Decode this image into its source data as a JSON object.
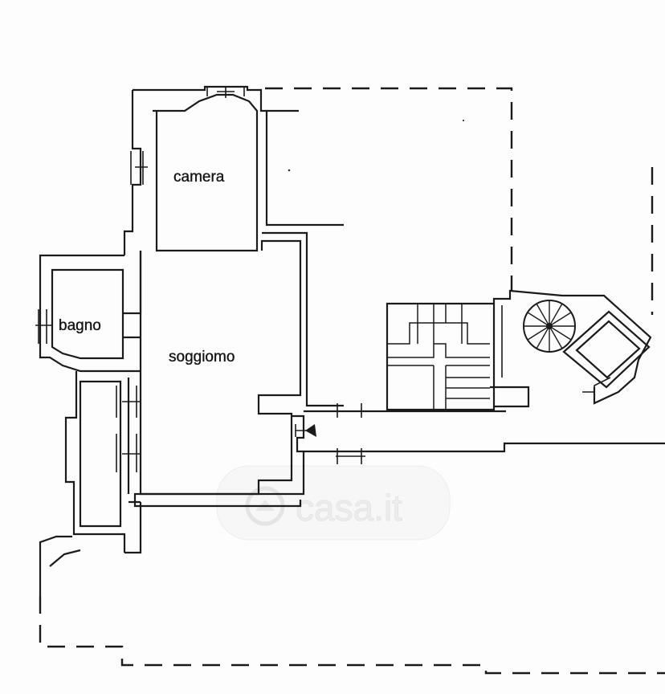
{
  "rooms": {
    "camera": "camera",
    "bagno": "bagno",
    "soggiorno": "soggiomo"
  },
  "watermark": "casa.it"
}
